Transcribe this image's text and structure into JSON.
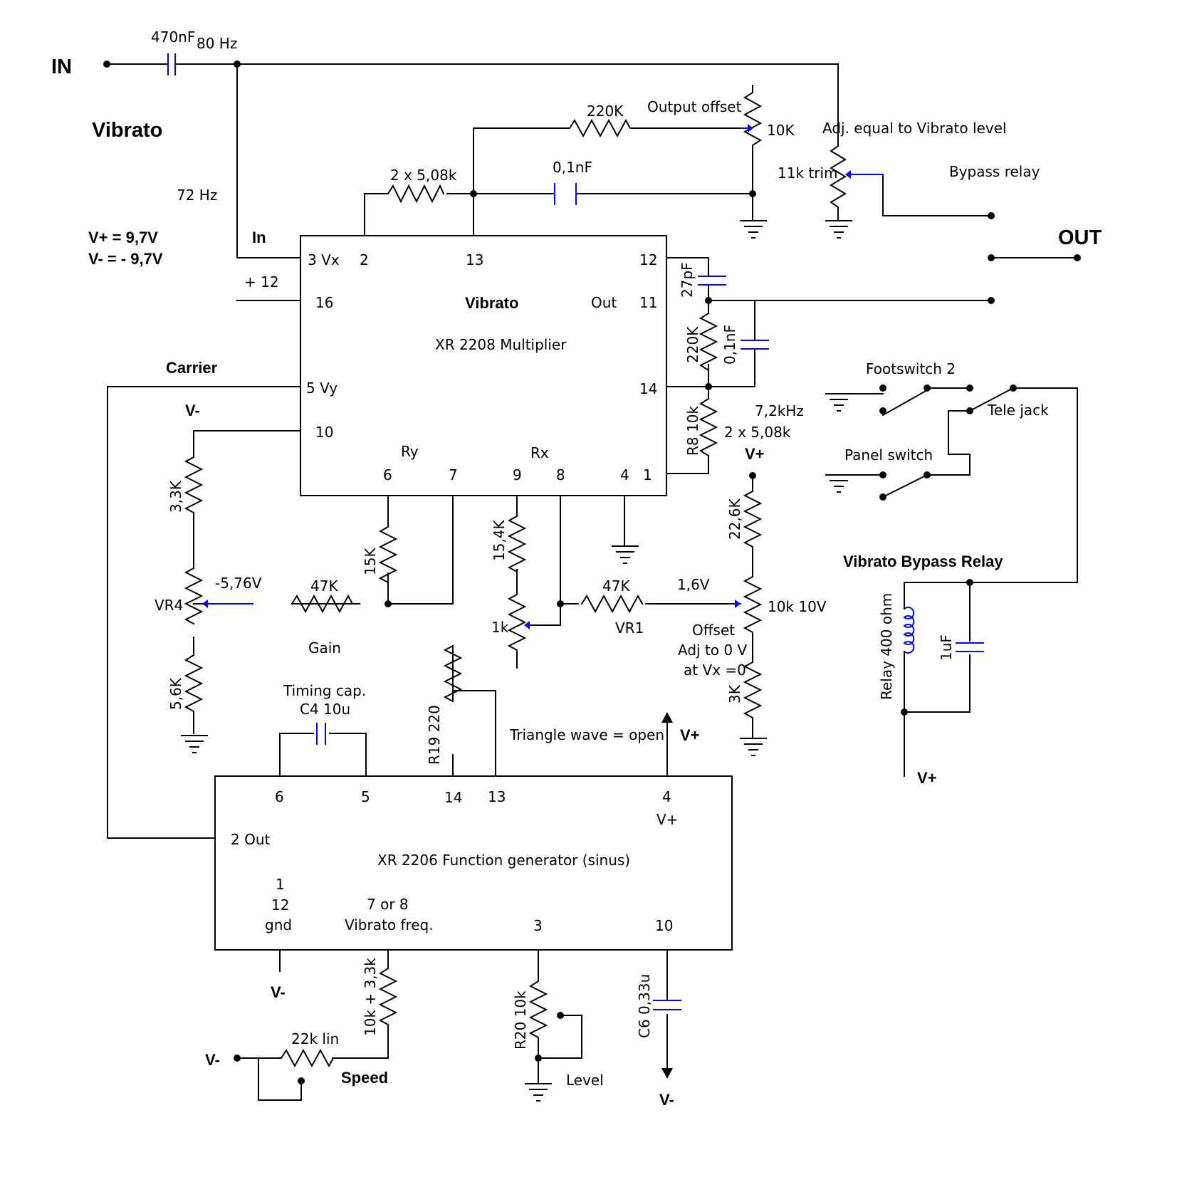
{
  "labels": {
    "in": "IN",
    "out": "OUT",
    "title_vibrato": "Vibrato",
    "freq_72": "72 Hz",
    "vplus": "V+ =  9,7V",
    "vminus": "V- = - 9,7V",
    "in_pin": "In",
    "plus12": "+ 12",
    "carrier": "Carrier",
    "vminus_a": "V-",
    "c_470": "470nF",
    "hz80": "80 Hz",
    "r_220k_top": "220K",
    "output_offset": "Output offset",
    "pot_10k": "10K",
    "adj_equal": "Adj. equal to Vibrato level",
    "trim_11k": "11k trim",
    "bypass_relay": "Bypass relay",
    "r_2x508_top": "2 x 5,08k",
    "c_01nf_top": "0,1nF",
    "c_27pf": "27pF",
    "r_220k_v": "220K",
    "c_01nf_v": "0,1nF",
    "r8": "R8 10k",
    "freq_72k": "7,2kHz",
    "r_2x508_b": "2 x 5,08k",
    "vplus_a": "V+",
    "r_3k3": "3,3K",
    "vr4": "VR4",
    "v_576": "-5,76V",
    "r_47k_a": "47K",
    "gain": "Gain",
    "r_5k6": "5,6K",
    "r_15k": "15K",
    "r_15k4": "15,4K",
    "pot_1k": "1k",
    "r_47k_b": "47K",
    "vr1": "VR1",
    "v_16": "1,6V",
    "r_22k6": "22,6K",
    "pot_10k10v": "10k 10V",
    "offset1": "Offset",
    "offset2": "Adj to 0 V",
    "offset3": "at Vx =0",
    "r_3k": "3K",
    "timing1": "Timing cap.",
    "timing2": "C4 10u",
    "r19": "R19 220",
    "triangle": "Triangle wave = open",
    "vplus_b": "V+",
    "footswitch": "Footswitch 2",
    "tele_jack": "Tele jack",
    "panel_switch": "Panel switch",
    "vib_bypass": "Vibrato Bypass Relay",
    "relay400": "Relay 400 ohm",
    "c_1uf": "1uF",
    "vplus_c": "V+",
    "r_10k3k3": "10k + 3,3k",
    "pot_22k": "22k lin",
    "vminus_b": "V-",
    "speed": "Speed",
    "vminus_c": "V-",
    "r20": "R20 10k",
    "level": "Level",
    "c6": "C6 0,33u",
    "vminus_d": "V-"
  },
  "ic2208": {
    "title": "Vibrato",
    "subtitle": "XR 2208 Multiplier",
    "p3": "3 Vx",
    "p2": "2",
    "p13": "13",
    "p12": "12",
    "p16": "16",
    "out": "Out",
    "p11": "11",
    "p5": "5  Vy",
    "p14": "14",
    "p10": "10",
    "ry": "Ry",
    "rx": "Rx",
    "p6": "6",
    "p7": "7",
    "p9": "9",
    "p8": "8",
    "p4": "4",
    "p1": "1"
  },
  "ic2206": {
    "title": "XR 2206 Function generator (sinus)",
    "p6": "6",
    "p5": "5",
    "p14": "14",
    "p13": "13",
    "p4": "4",
    "vplus": "V+",
    "out": "2  Out",
    "p1": "1",
    "p12": "12",
    "gnd": "gnd",
    "p78": "7 or 8",
    "vibfreq": "Vibrato freq.",
    "p3": "3",
    "p10": "10"
  }
}
